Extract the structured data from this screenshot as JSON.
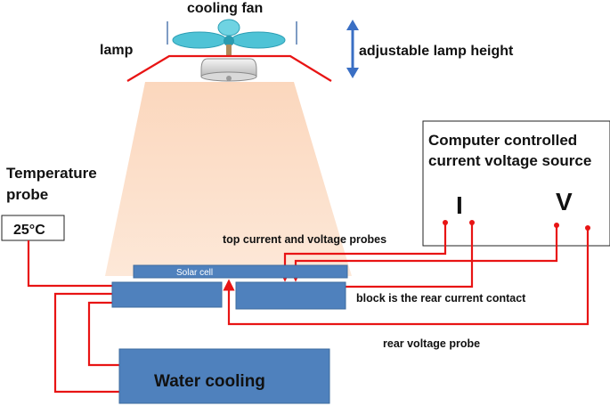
{
  "labels": {
    "cooling_fan": "cooling fan",
    "lamp": "lamp",
    "adjustable_height": "adjustable lamp height",
    "source_line1": "Computer controlled",
    "source_line2": "current voltage source",
    "current_symbol": "I",
    "voltage_symbol": "V",
    "temp_line1": "Temperature",
    "temp_line2": "probe",
    "temp_reading": "25°C",
    "top_probes": "top current and voltage probes",
    "solar_cell": "Solar cell",
    "rear_contact": "block is the rear current contact",
    "rear_voltage": "rear voltage probe",
    "water_cooling": "Water cooling"
  },
  "colors": {
    "wire": "#e81414",
    "block": "#4f81bd",
    "light_cone": "#fbd9c0",
    "height_arrow": "#3a6fc4",
    "fan_blade": "#4fc3d6"
  },
  "icons": {
    "fan": "fan-icon",
    "lamp": "lamp-bulb-icon",
    "height_arrow": "double-arrow-vertical-icon"
  }
}
